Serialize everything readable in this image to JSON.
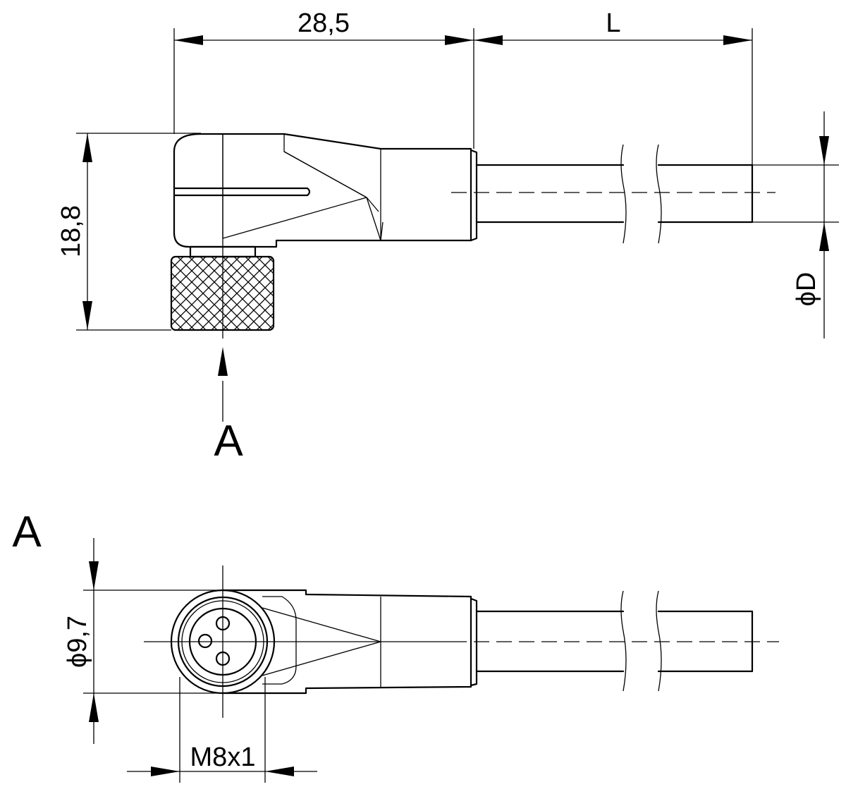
{
  "dimensions": {
    "width_connector": "28,5",
    "cable_length": "L",
    "height": "18,8",
    "cable_diameter": "ϕD",
    "outer_diameter": "ϕ9,7",
    "thread": "M8x1"
  },
  "views": {
    "view_marker": "A",
    "section_title": "A"
  }
}
